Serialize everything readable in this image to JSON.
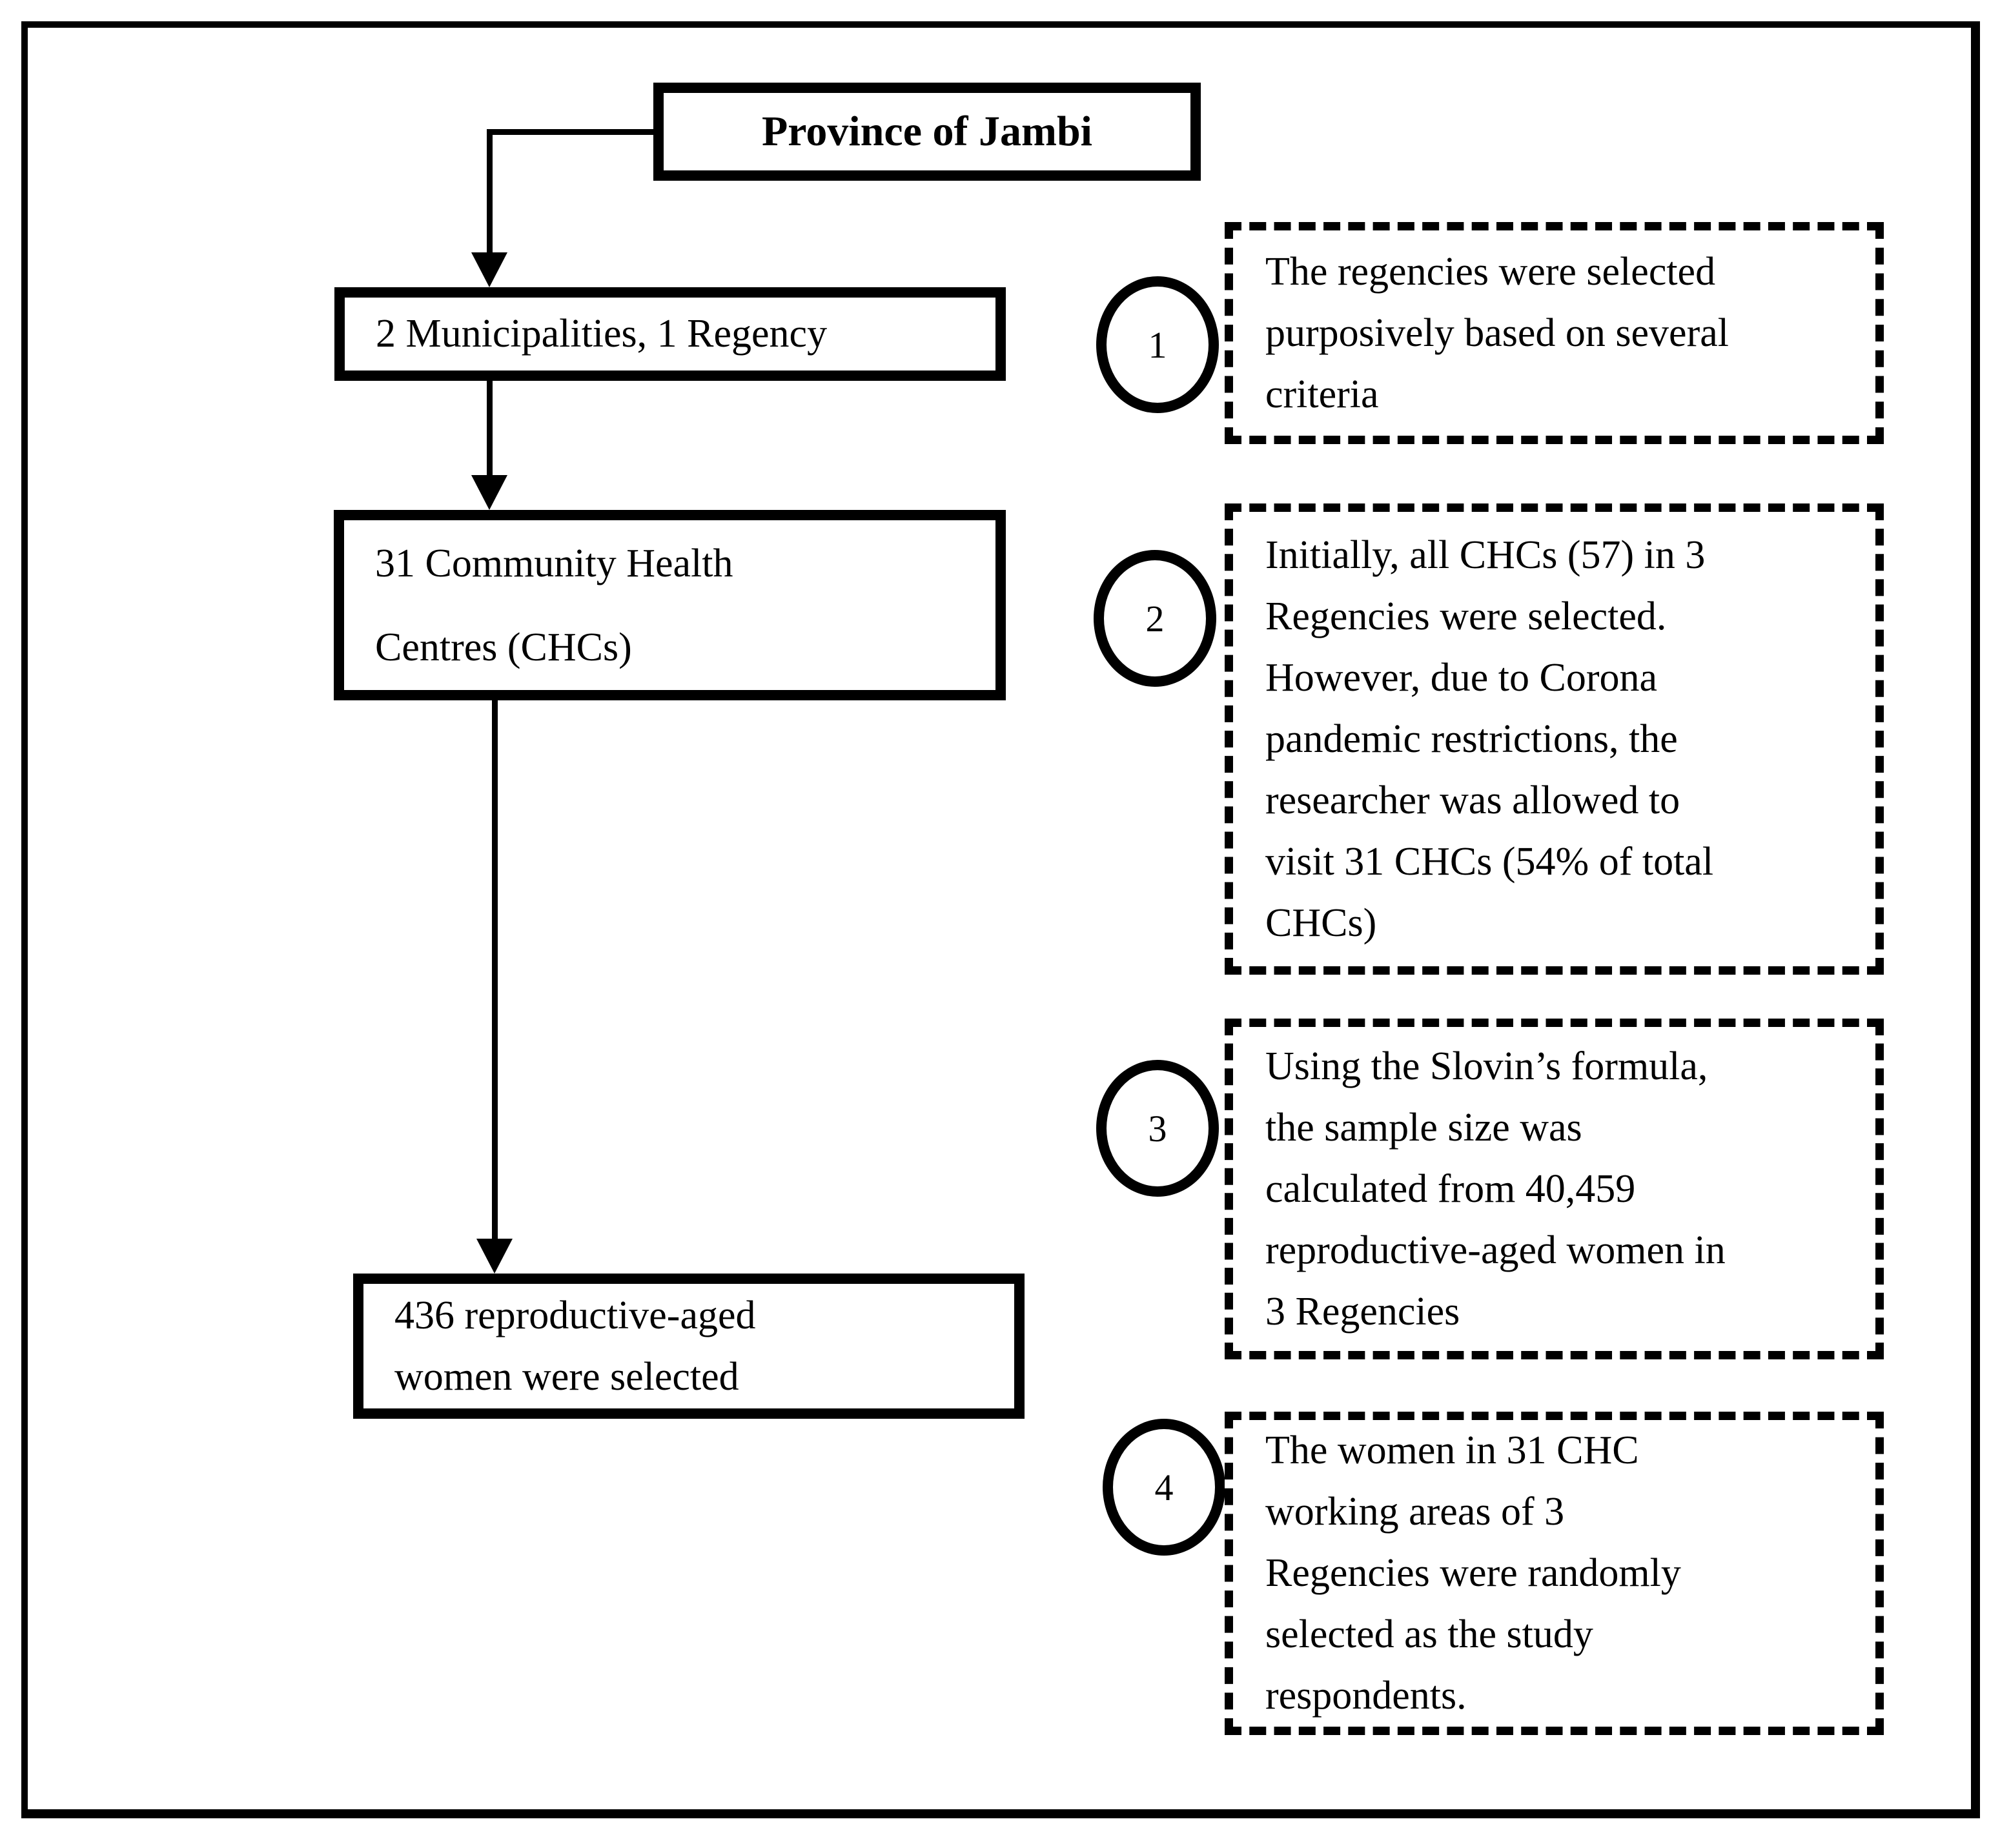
{
  "figure": {
    "title_box": {
      "label": "Province of Jambi"
    },
    "flow": [
      {
        "label": "2 Municipalities, 1 Regency"
      },
      {
        "lines": [
          "31 Community Health",
          "Centres (CHCs)"
        ]
      },
      {
        "lines": [
          "436 reproductive-aged",
          "women were selected"
        ]
      }
    ],
    "annotations": [
      {
        "number": "1",
        "lines": [
          "The regencies were selected",
          "purposively based on several",
          "criteria"
        ]
      },
      {
        "number": "2",
        "lines": [
          "Initially, all CHCs (57) in 3",
          "Regencies were selected.",
          "However, due to Corona",
          "pandemic restrictions, the",
          "researcher was allowed to",
          "visit 31 CHCs (54% of total",
          "CHCs)"
        ]
      },
      {
        "number": "3",
        "lines": [
          "Using the Slovin’s formula,",
          "the sample size was",
          "calculated from 40,459",
          "reproductive-aged women in",
          "3 Regencies"
        ]
      },
      {
        "number": "4",
        "lines": [
          "The women in 31 CHC",
          "working areas of 3",
          "Regencies were randomly",
          "selected as the study",
          "respondents."
        ]
      }
    ],
    "colors": {
      "ink": "#000000",
      "background": "#ffffff"
    }
  }
}
